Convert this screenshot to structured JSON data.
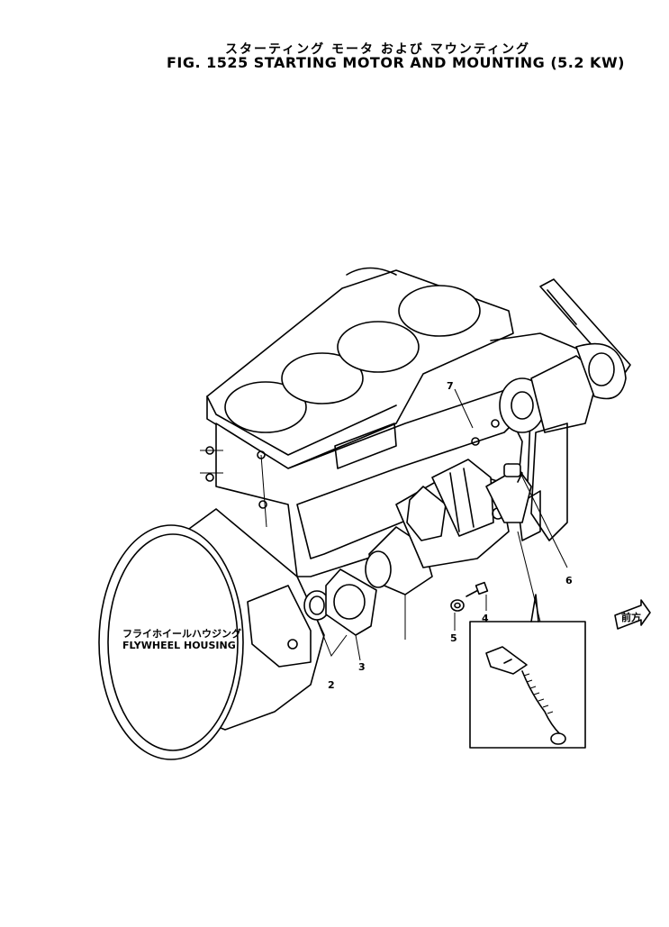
{
  "figure": {
    "title_jp": "スターティング モータ および マウンティング",
    "title_en": "FIG. 1525  STARTING MOTOR AND MOUNTING (5.2 KW)"
  },
  "housing": {
    "label_jp": "フライホイールハウジング",
    "label_en": "FLYWHEEL HOUSING"
  },
  "direction_mark": "前方",
  "callouts": [
    "2",
    "3",
    "4",
    "5",
    "6",
    "7"
  ]
}
